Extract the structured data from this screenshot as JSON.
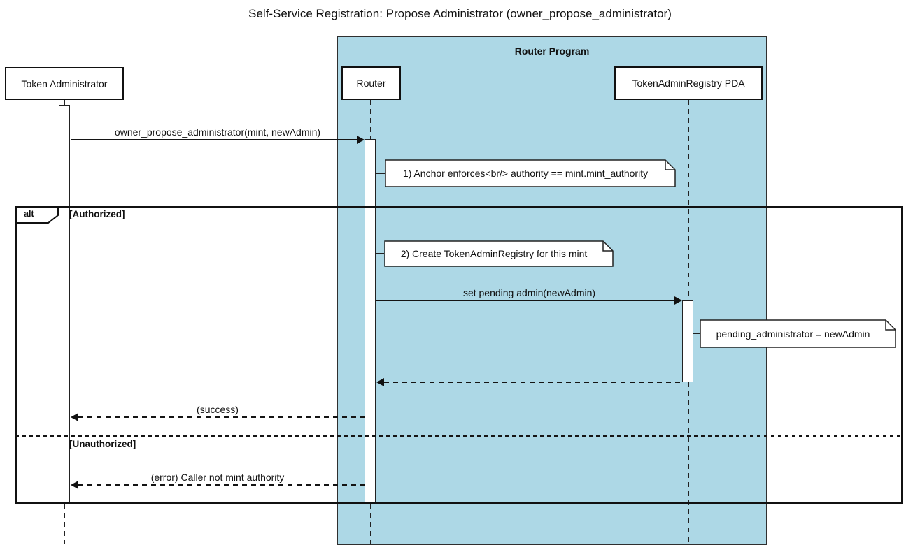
{
  "title": "Self-Service Registration: Propose Administrator (owner_propose_administrator)",
  "container": {
    "label": "Router Program",
    "fill": "#add8e6"
  },
  "actors": {
    "token_admin": "Token Administrator",
    "router": "Router",
    "registry_pda": "TokenAdminRegistry PDA"
  },
  "messages": {
    "propose": "owner_propose_administrator(mint, newAdmin)",
    "set_pending": "set pending admin(newAdmin)",
    "success": "(success)",
    "error": "(error) Caller not mint authority"
  },
  "notes": {
    "note1": "1) Anchor enforces<br/> authority == mint.mint_authority",
    "note2": "2) Create TokenAdminRegistry for this mint",
    "note3": "pending_administrator = newAdmin"
  },
  "alt": {
    "label": "alt",
    "authorized": "[Authorized]",
    "unauthorized": "[Unauthorized]"
  }
}
